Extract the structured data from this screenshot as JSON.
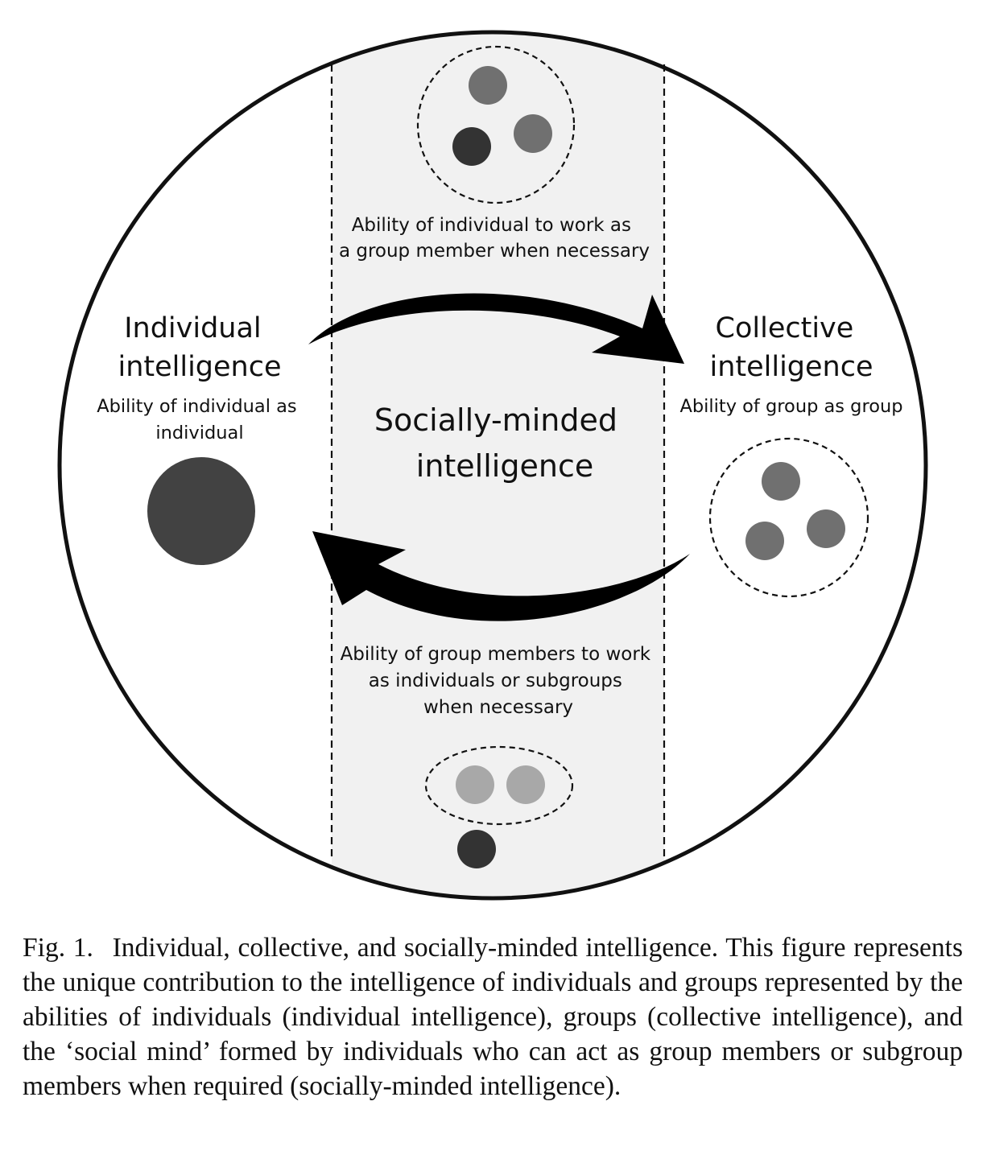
{
  "colors": {
    "outline": "#111111",
    "band_fill": "#f1f1f1",
    "individual_dot": "#424242",
    "member_dot_dark": "#333333",
    "member_dot_mid": "#6f6f6f",
    "member_dot_light": "#a8a8a8",
    "arrow": "#000000"
  },
  "left": {
    "title_line1": "Individual",
    "title_line2": "intelligence",
    "desc_line1": "Ability of individual as",
    "desc_line2": "individual"
  },
  "right": {
    "title_line1": "Collective",
    "title_line2": "intelligence",
    "desc_line1": "Ability of group as group"
  },
  "center": {
    "title_line1": "Socially-minded",
    "title_line2": "intelligence",
    "top_desc_line1": "Ability of individual to work as",
    "top_desc_line2": "a group member when necessary",
    "bottom_desc_line1": "Ability of group members to work",
    "bottom_desc_line2": "as individuals or subgroups",
    "bottom_desc_line3": "when necessary"
  },
  "caption": {
    "label": "Fig. 1.",
    "text": "Individual, collective, and socially-minded intelligence. This figure represents the unique contribution to the intelligence of individuals and groups represented by the abilities of individuals (individual intelligence), groups (collective intelligence), and the ‘social mind’ formed by individuals who can act as group members or subgroup members when required (socially-minded intelligence)."
  },
  "icons": {
    "arrow_top": "curved-arrow-right",
    "arrow_bottom": "curved-arrow-left"
  }
}
